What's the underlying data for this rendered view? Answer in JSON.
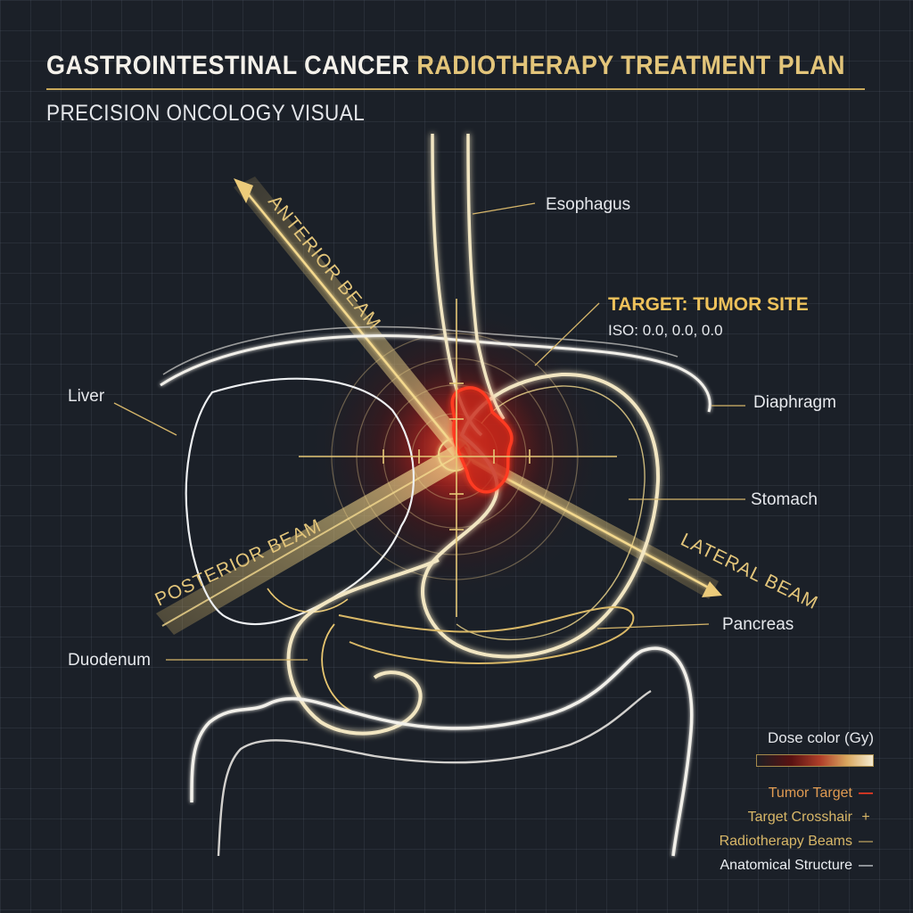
{
  "header": {
    "title_part1": "GASTROINTESTINAL CANCER",
    "title_part2": "RADIOTHERAPY TREATMENT PLAN",
    "subtitle": "PRECISION ONCOLOGY VISUAL"
  },
  "anatomy": {
    "esophagus": "Esophagus",
    "liver": "Liver",
    "diaphragm": "Diaphragm",
    "stomach": "Stomach",
    "pancreas": "Pancreas",
    "duodenum": "Duodenum"
  },
  "target": {
    "title": "TARGET: TUMOR SITE",
    "iso": "ISO: 0.0, 0.0, 0.0"
  },
  "beams": {
    "anterior": "ANTERIOR BEAM",
    "posterior": "POSTERIOR BEAM",
    "lateral": "LATERAL BEAM"
  },
  "legend": {
    "dose_title": "Dose color (Gy)",
    "items": [
      {
        "label": "Tumor Target",
        "symbol": "—"
      },
      {
        "label": "Target Crosshair",
        "symbol": "+"
      },
      {
        "label": "Radiotherapy Beams",
        "symbol": "—"
      },
      {
        "label": "Anatomical Structure",
        "symbol": "—"
      }
    ]
  },
  "colors": {
    "background": "#1b2028",
    "gold": "#e3c57a",
    "tumor_red": "#e5301c",
    "anatomy_white": "#f2f0ea"
  }
}
